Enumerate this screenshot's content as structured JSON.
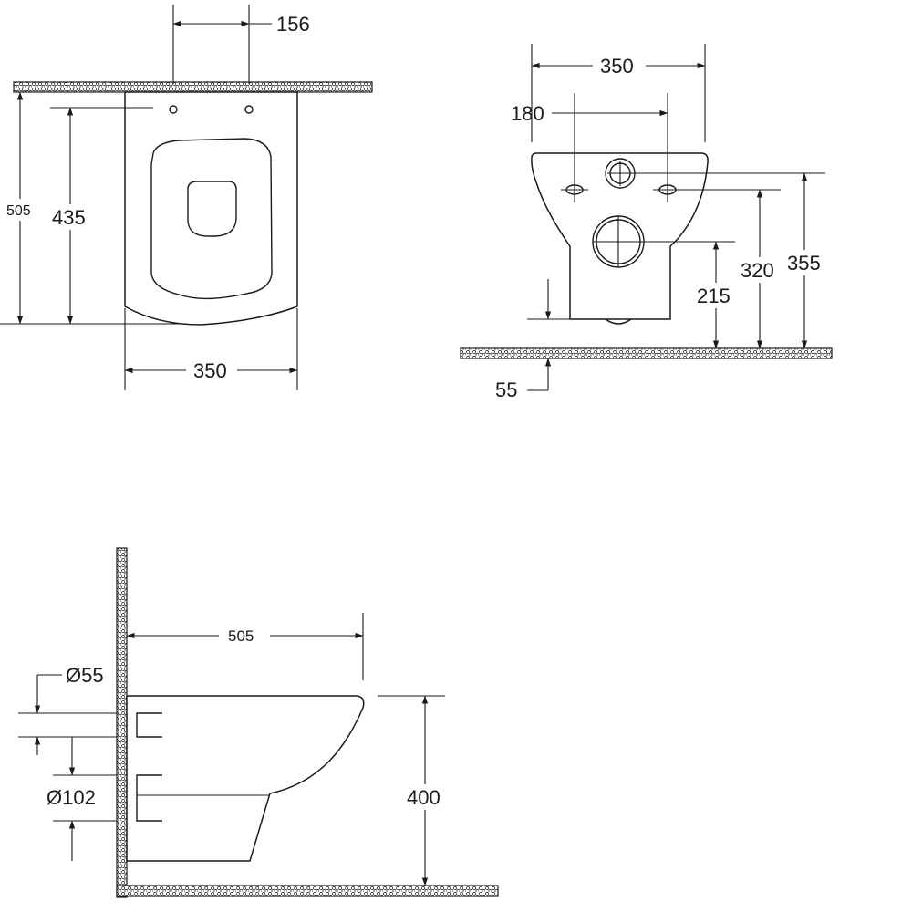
{
  "views": {
    "top": {
      "dim_hole_spacing": "156",
      "dim_total_depth": "505",
      "dim_seat_depth": "435",
      "dim_width": "350"
    },
    "front": {
      "dim_width": "350",
      "dim_hole_spacing": "180",
      "dim_outlet_height": "215",
      "dim_inlet_height": "320",
      "dim_top_height": "355",
      "dim_base_clearance": "55"
    },
    "side": {
      "dim_depth": "505",
      "dim_inlet_diameter": "Ø55",
      "dim_outlet_diameter": "Ø102",
      "dim_rim_height": "400"
    }
  },
  "colors": {
    "line": "#1a1a1a",
    "background": "#ffffff",
    "hatch_fill": "#ffffff"
  }
}
